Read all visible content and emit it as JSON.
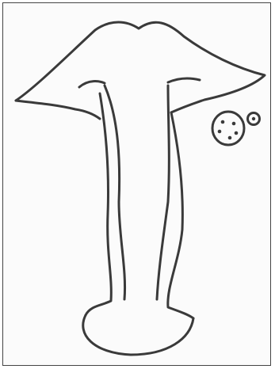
{
  "figure": {
    "description": "",
    "stroke_color": "#3a3a3a",
    "background_color": "#fbfbfb",
    "border_color": "#444444",
    "small_particles": [
      {
        "kind": "spore-cluster",
        "dots": 5
      },
      {
        "kind": "single-spore",
        "dots": 1
      }
    ]
  }
}
